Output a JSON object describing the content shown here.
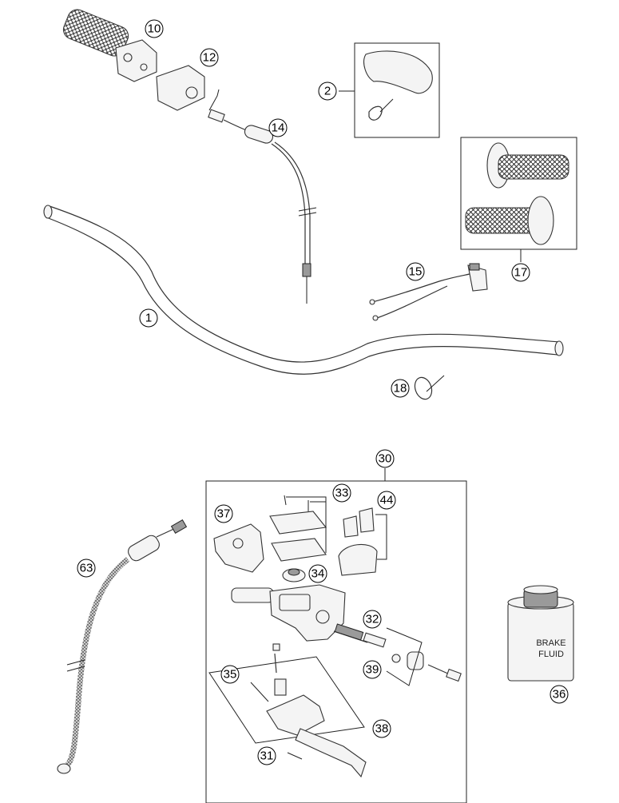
{
  "callouts": {
    "c1": "1",
    "c2": "2",
    "c10": "10",
    "c12": "12",
    "c14": "14",
    "c15": "15",
    "c17": "17",
    "c18": "18",
    "c30": "30",
    "c31": "31",
    "c32": "32",
    "c33": "33",
    "c34": "34",
    "c35": "35",
    "c36": "36",
    "c37": "37",
    "c38": "38",
    "c39": "39",
    "c44": "44",
    "c63": "63"
  },
  "fluid_label": {
    "line1": "BRAKE",
    "line2": "FLUID"
  }
}
